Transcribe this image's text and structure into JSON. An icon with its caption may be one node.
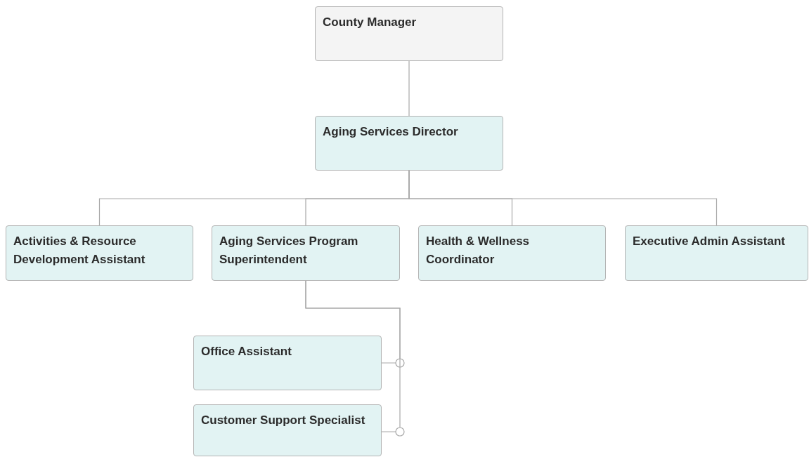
{
  "diagram": {
    "nodes": [
      {
        "text": [
          "County Manager"
        ]
      },
      {
        "text": [
          "Aging Services Director"
        ]
      },
      {
        "text": [
          "Activities & Resource Development Assistant"
        ]
      },
      {
        "text": [
          "Aging Services Program Superintendent"
        ]
      },
      {
        "text": [
          "Health & Wellness Coordinator"
        ]
      },
      {
        "text": [
          "Executive Admin Assistant"
        ]
      },
      {
        "text": [
          "Office Assistant"
        ]
      },
      {
        "text": [
          "Customer Support Specialist"
        ]
      }
    ],
    "edges": [
      {
        "from": 0,
        "to": 1,
        "arrow": "none"
      },
      {
        "from": 1,
        "to": 2,
        "arrow": "none"
      },
      {
        "from": 1,
        "to": 3,
        "arrow": "none"
      },
      {
        "from": 1,
        "to": 4,
        "arrow": "none"
      },
      {
        "from": 1,
        "to": 5,
        "arrow": "none"
      },
      {
        "from": 3,
        "to": 6,
        "arrow": "other"
      },
      {
        "from": 3,
        "to": 7,
        "arrow": "other"
      }
    ]
  }
}
